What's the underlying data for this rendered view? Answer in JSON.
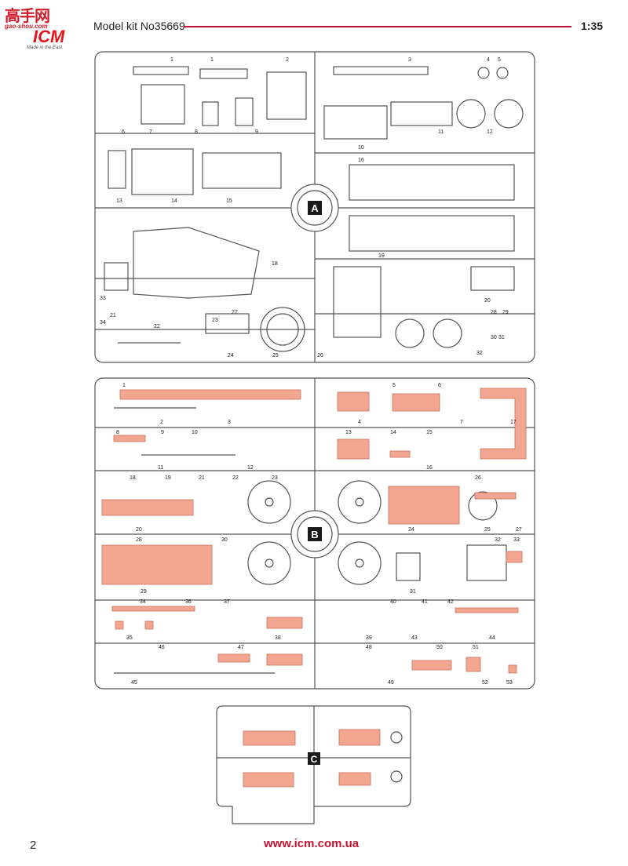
{
  "header": {
    "logo_cn": "高手网",
    "logo_site": "gao-shou.com",
    "logo_brand": "ICM",
    "logo_tagline": "Made in the East",
    "title": "Model kit No35669",
    "scale": "1:35"
  },
  "sprues": [
    {
      "letter": "A"
    },
    {
      "letter": "B"
    },
    {
      "letter": "C"
    }
  ],
  "labels_a": [
    "1",
    "1",
    "2",
    "3",
    "4",
    "5",
    "6",
    "7",
    "8",
    "9",
    "10",
    "11",
    "12",
    "13",
    "14",
    "15",
    "16",
    "18",
    "19",
    "20",
    "21",
    "22",
    "23",
    "24",
    "25",
    "26",
    "27",
    "28",
    "29",
    "30",
    "31",
    "32",
    "33",
    "34"
  ],
  "labels_b": [
    "1",
    "2",
    "3",
    "4",
    "5",
    "6",
    "7",
    "8",
    "9",
    "10",
    "11",
    "12",
    "13",
    "14",
    "15",
    "16",
    "17",
    "18",
    "19",
    "20",
    "21",
    "22",
    "23",
    "24",
    "25",
    "26",
    "27",
    "28",
    "29",
    "30",
    "31",
    "32",
    "33",
    "34",
    "35",
    "36",
    "37",
    "38",
    "39",
    "40",
    "41",
    "42",
    "43",
    "44",
    "45",
    "46",
    "47",
    "48",
    "49",
    "50",
    "51",
    "52",
    "53"
  ],
  "footer": {
    "page_number": "2",
    "website": "www.icm.com.ua"
  },
  "colors": {
    "accent": "#c8102e",
    "highlight_fill": "#f2a58f",
    "line": "#555555"
  }
}
